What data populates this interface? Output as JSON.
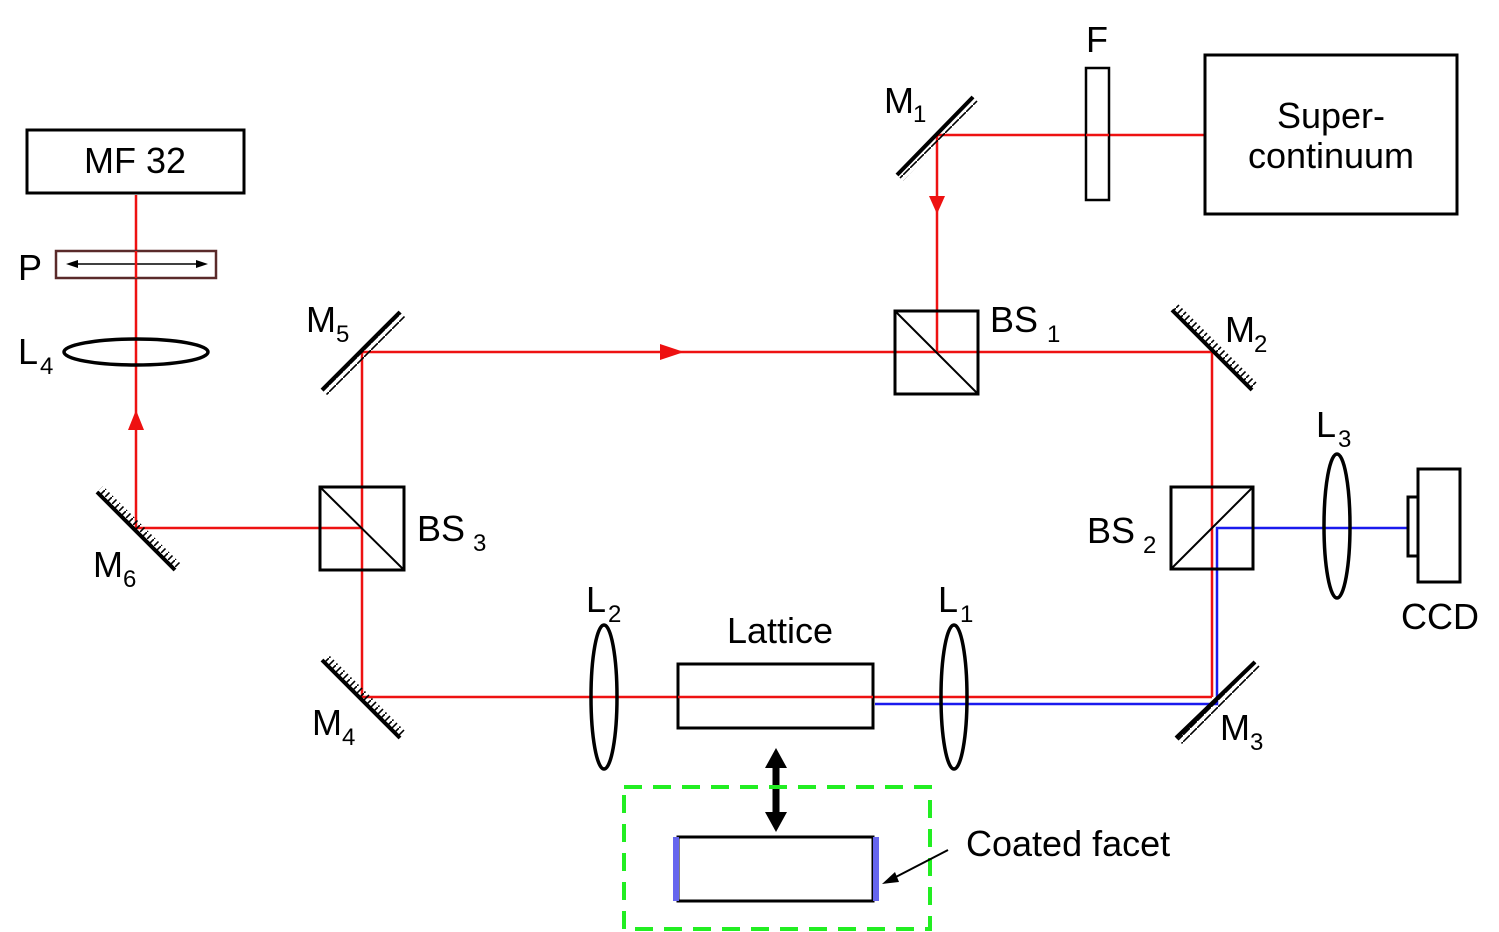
{
  "components": {
    "mf32": {
      "label": "MF 32"
    },
    "supercontinuum": {
      "line1": "Super-",
      "line2": "continuum"
    },
    "filter": {
      "label": "F"
    },
    "polarizer": {
      "label": "P"
    },
    "lattice": {
      "label": "Lattice"
    },
    "ccd": {
      "label": "CCD"
    },
    "coated_facet": {
      "label": "Coated facet"
    },
    "mirrors": {
      "m1": {
        "base": "M",
        "sub": "1"
      },
      "m2": {
        "base": "M",
        "sub": "2"
      },
      "m3": {
        "base": "M",
        "sub": "3"
      },
      "m4": {
        "base": "M",
        "sub": "4"
      },
      "m5": {
        "base": "M",
        "sub": "5"
      },
      "m6": {
        "base": "M",
        "sub": "6"
      }
    },
    "beam_splitters": {
      "bs1": {
        "base": "BS",
        "sub": "1"
      },
      "bs2": {
        "base": "BS",
        "sub": "2"
      },
      "bs3": {
        "base": "BS",
        "sub": "3"
      }
    },
    "lenses": {
      "l1": {
        "base": "L",
        "sub": "1"
      },
      "l2": {
        "base": "L",
        "sub": "2"
      },
      "l3": {
        "base": "L",
        "sub": "3"
      },
      "l4": {
        "base": "L",
        "sub": "4"
      }
    }
  },
  "colors": {
    "red_beam": "#ee1111",
    "blue_beam": "#1a1aee",
    "dashed_box": "#22ee22",
    "facet_coating": "#6666ee",
    "outline": "#000000"
  }
}
